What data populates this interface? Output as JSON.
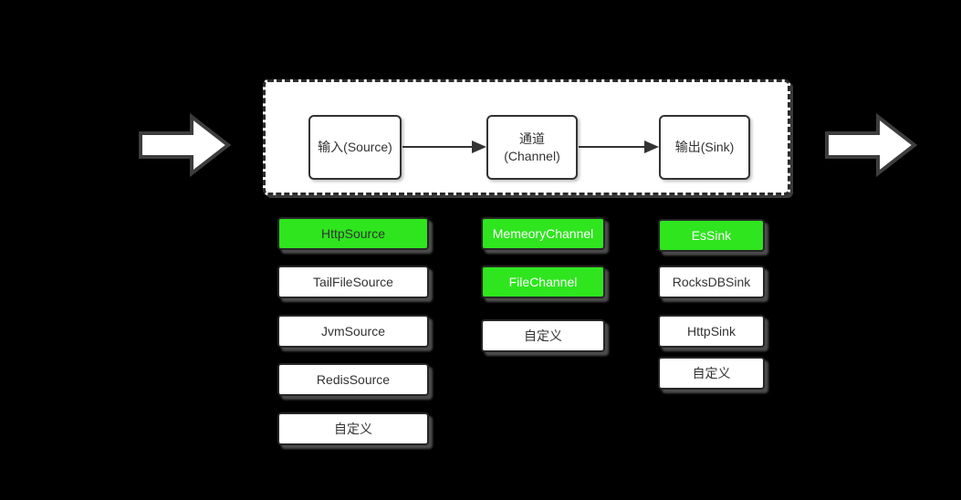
{
  "diagram": {
    "description_nodes": {
      "source": {
        "label": "输入(Source)"
      },
      "channel": {
        "label_line1": "通道",
        "label_line2": "(Channel)"
      },
      "sink": {
        "label": "输出(Sink)"
      }
    }
  },
  "columns": [
    {
      "name": "sources",
      "items": [
        {
          "label": "HttpSource",
          "highlighted": true
        },
        {
          "label": "TailFileSource",
          "highlighted": false
        },
        {
          "label": "JvmSource",
          "highlighted": false
        },
        {
          "label": "RedisSource",
          "highlighted": false
        },
        {
          "label": "自定义",
          "highlighted": false
        }
      ]
    },
    {
      "name": "channels",
      "items": [
        {
          "label": "MemeoryChannel",
          "highlighted": true
        },
        {
          "label": "FileChannel",
          "highlighted": true
        },
        {
          "label": "自定义",
          "highlighted": false
        }
      ]
    },
    {
      "name": "sinks",
      "items": [
        {
          "label": "EsSink",
          "highlighted": true
        },
        {
          "label": "RocksDBSink",
          "highlighted": false
        },
        {
          "label": "HttpSink",
          "highlighted": false
        },
        {
          "label": "自定义",
          "highlighted": false
        }
      ]
    }
  ],
  "icons": {
    "flow_input_arrow": "right-block-arrow",
    "flow_output_arrow": "right-block-arrow",
    "connector_arrow": "right-arrow"
  },
  "colors": {
    "highlight_green": "#2ee51e",
    "canvas_background": "#000000",
    "box_border": "#262626",
    "shadow_gray": "#4b4b4b",
    "dark_text": "#333333",
    "light_text": "#fdfdfd"
  }
}
